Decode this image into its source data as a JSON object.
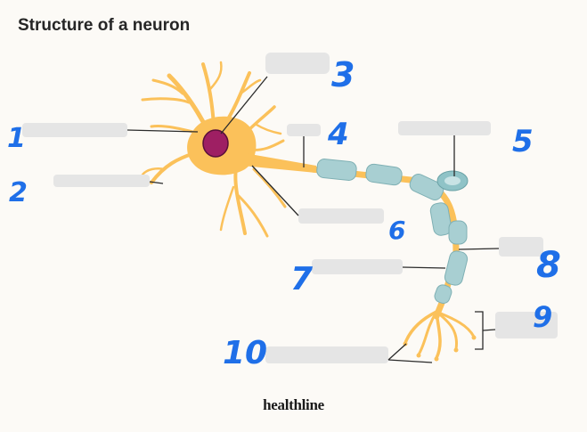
{
  "title": "Structure of a neuron",
  "brand": "healthline",
  "labels": [
    "1",
    "2",
    "3",
    "4",
    "5",
    "6",
    "7",
    "8",
    "9",
    "10"
  ],
  "colors": {
    "neuron": "#fbc15a",
    "nucleus": "#9e1f63",
    "myelin": "#a8cfd2",
    "handwriting": "#1f6fe8"
  }
}
